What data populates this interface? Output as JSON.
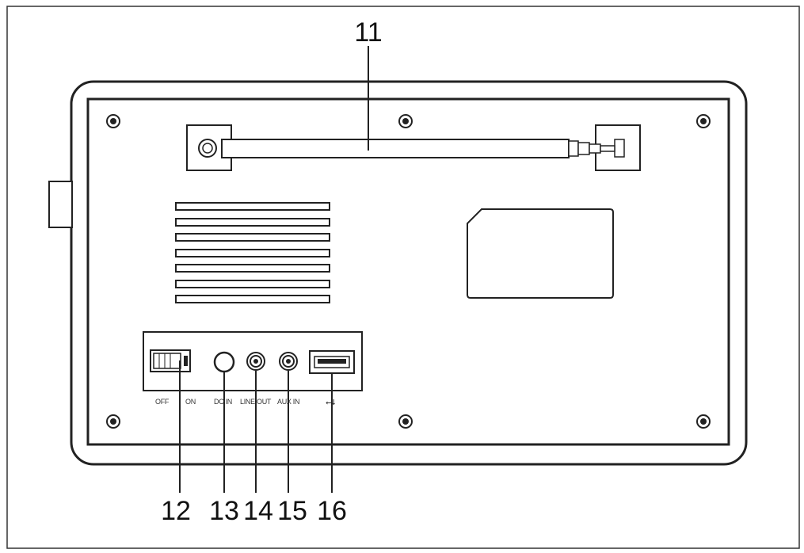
{
  "callouts": {
    "c11": "11",
    "c12": "12",
    "c13": "13",
    "c14": "14",
    "c15": "15",
    "c16": "16"
  },
  "port_labels": {
    "off": "OFF",
    "on": "ON",
    "dc_in": "DC IN",
    "line_out": "LINE OUT",
    "aux_in": "AUX IN",
    "usb": "⭠⭣"
  },
  "colors": {
    "line": "#222222",
    "background": "#ffffff"
  }
}
